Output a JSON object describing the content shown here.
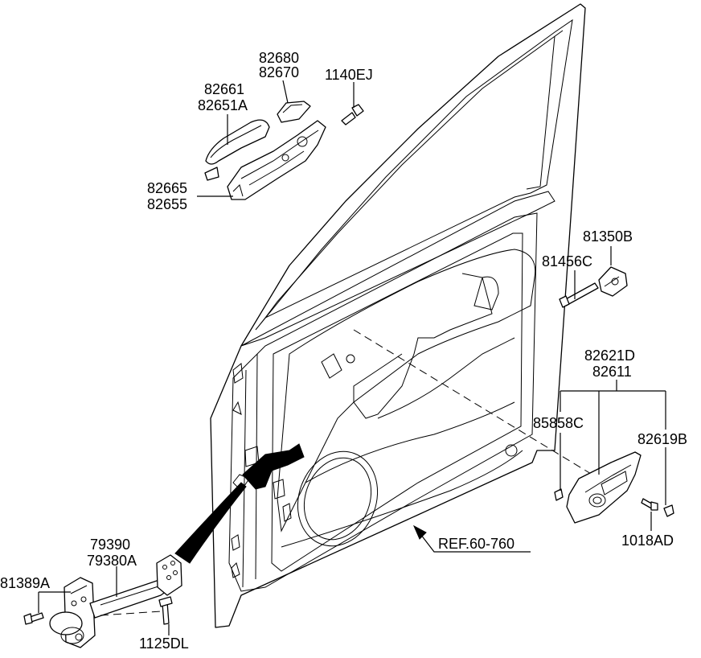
{
  "labels": {
    "p82680": "82680",
    "p82670": "82670",
    "p1140EJ": "1140EJ",
    "p82661": "82661",
    "p82651A": "82651A",
    "p82665": "82665",
    "p82655": "82655",
    "p81350B": "81350B",
    "p81456C": "81456C",
    "p82621D": "82621D",
    "p82611": "82611",
    "p85858C": "85858C",
    "p82619B": "82619B",
    "p1018AD": "1018AD",
    "ref": "REF.60-760",
    "p79390": "79390",
    "p79380A": "79380A",
    "p81389A": "81389A",
    "p1125DL": "1125DL"
  },
  "colors": {
    "line": "#000000",
    "background": "#ffffff"
  }
}
